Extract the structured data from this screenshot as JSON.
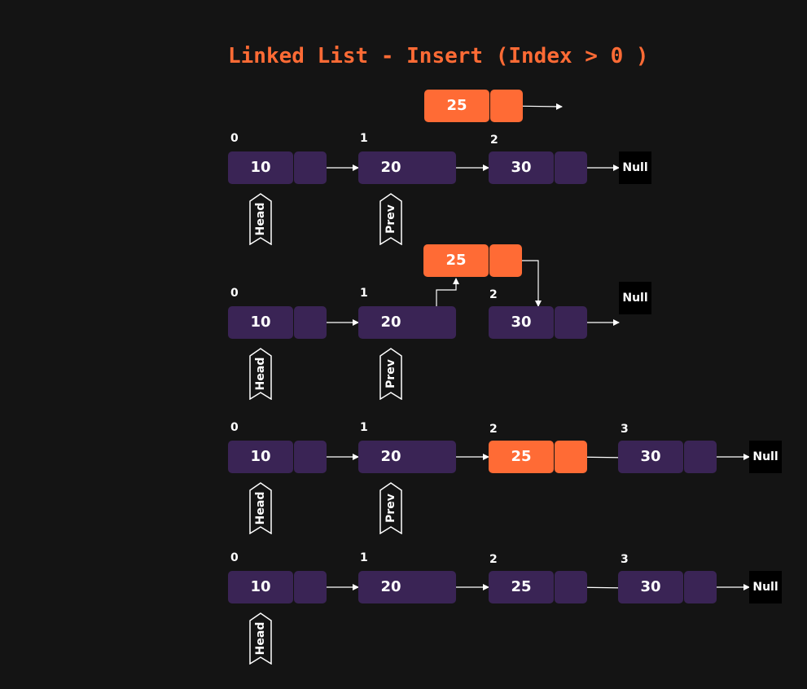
{
  "title": "Linked List - Insert (Index > 0 )",
  "colors": {
    "node": "#3a2455",
    "new_node": "#ff6b35",
    "null_box": "#000000",
    "title": "#ff6b35",
    "arrow": "#ffffff"
  },
  "steps": [
    {
      "floating_node": {
        "value": "25"
      },
      "nodes": [
        {
          "index": "0",
          "value": "10"
        },
        {
          "index": "1",
          "value": "20"
        },
        {
          "index": "2",
          "value": "30"
        }
      ],
      "null_label": "Null",
      "pointers": [
        "Head",
        "Prev"
      ]
    },
    {
      "floating_node": {
        "value": "25"
      },
      "nodes": [
        {
          "index": "0",
          "value": "10"
        },
        {
          "index": "1",
          "value": "20"
        },
        {
          "index": "2",
          "value": "30"
        }
      ],
      "null_label": "Null",
      "pointers": [
        "Head",
        "Prev"
      ]
    },
    {
      "nodes": [
        {
          "index": "0",
          "value": "10"
        },
        {
          "index": "1",
          "value": "20"
        },
        {
          "index": "2",
          "value": "25"
        },
        {
          "index": "3",
          "value": "30"
        }
      ],
      "null_label": "Null",
      "pointers": [
        "Head",
        "Prev"
      ]
    },
    {
      "nodes": [
        {
          "index": "0",
          "value": "10"
        },
        {
          "index": "1",
          "value": "20"
        },
        {
          "index": "2",
          "value": "25"
        },
        {
          "index": "3",
          "value": "30"
        }
      ],
      "null_label": "Null",
      "pointers": [
        "Head"
      ]
    }
  ]
}
